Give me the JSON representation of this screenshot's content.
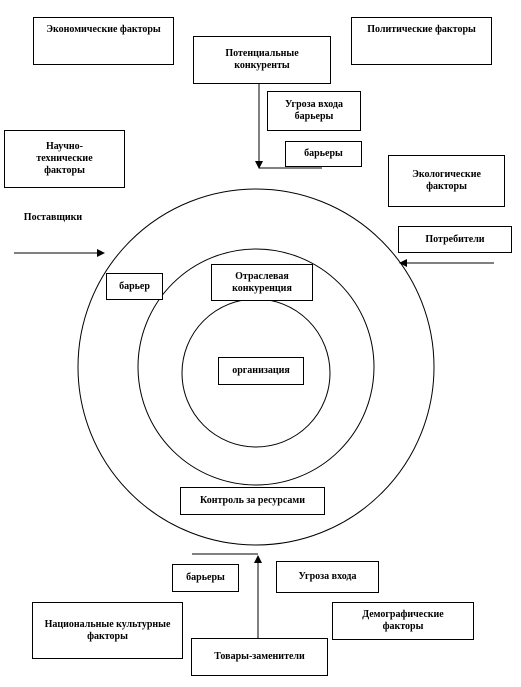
{
  "diagram": {
    "boxes": {
      "economic": "Экономические факторы",
      "political": "Политические факторы",
      "potential": "Потенциальные конкуренты",
      "threat_entry_top": "Угроза входа барьеры",
      "barriers_top": "барьеры",
      "scientific": "Научно-технические факторы",
      "ecological": "Экологические факторы",
      "consumers": "Потребители",
      "barrier_left": "барьер",
      "industry": "Отраслевая конкуренция",
      "organization": "организация",
      "resources": "Контроль за ресурсами",
      "barriers_bottom": "барьеры",
      "threat_entry_bottom": "Угроза входа",
      "national": "Национальные культурные факторы",
      "demographic": "Демографические факторы",
      "substitutes": "Товары-заменители"
    },
    "labels": {
      "suppliers": "Поставщики"
    }
  }
}
